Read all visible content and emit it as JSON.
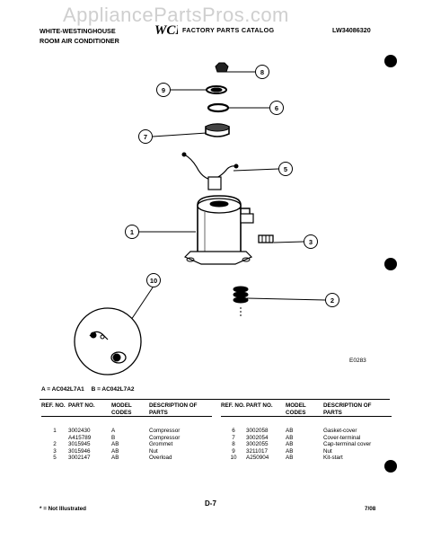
{
  "watermark": "AppliancePartsPros.com",
  "header": {
    "brand_line1": "WHITE-WESTINGHOUSE",
    "brand_line2": "ROOM AIR CONDITIONER",
    "catalog_title": "FACTORY PARTS CATALOG",
    "catalog_number": "LW34086320"
  },
  "figure_code": "E0283",
  "callouts": [
    "1",
    "2",
    "3",
    "5",
    "6",
    "7",
    "8",
    "9",
    "10"
  ],
  "models": {
    "a": "A = AC042L7A1",
    "b": "B = AC042L7A2"
  },
  "columns": {
    "ref_no": "REF. NO.",
    "part_no": "PART NO.",
    "model_codes": "MODEL CODES",
    "description": "DESCRIPTION OF PARTS"
  },
  "parts_left": [
    {
      "ref": "1",
      "part": "3002430",
      "model": "A",
      "desc": "Compressor"
    },
    {
      "ref": "",
      "part": "A415789",
      "model": "B",
      "desc": "Compressor"
    },
    {
      "ref": "2",
      "part": "3015945",
      "model": "AB",
      "desc": "Grommet"
    },
    {
      "ref": "3",
      "part": "3015946",
      "model": "AB",
      "desc": "Nut"
    },
    {
      "ref": "5",
      "part": "3002147",
      "model": "AB",
      "desc": "Overload"
    }
  ],
  "parts_right": [
    {
      "ref": "6",
      "part": "3002058",
      "model": "AB",
      "desc": "Gasket-cover"
    },
    {
      "ref": "7",
      "part": "3002054",
      "model": "AB",
      "desc": "Cover-terminal"
    },
    {
      "ref": "8",
      "part": "3002055",
      "model": "AB",
      "desc": "Cap-terminal cover"
    },
    {
      "ref": "9",
      "part": "3211017",
      "model": "AB",
      "desc": "Nut"
    },
    {
      "ref": "10",
      "part": "A250904",
      "model": "AB",
      "desc": "Kit-start"
    }
  ],
  "footer": {
    "note": "* = Not Illustrated",
    "page": "D-7",
    "date": "7/08"
  }
}
